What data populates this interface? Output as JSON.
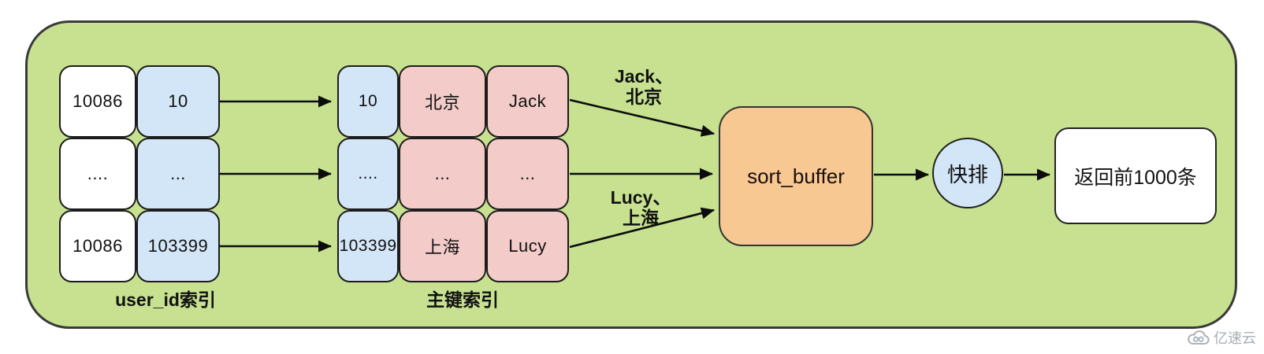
{
  "left_table": {
    "label": "user_id索引",
    "col_white": [
      "10086",
      "....",
      "10086"
    ],
    "col_blue": [
      "10",
      "...",
      "103399"
    ]
  },
  "right_table": {
    "label": "主键索引",
    "col_id": [
      "10",
      "....",
      "103399"
    ],
    "col_city": [
      "北京",
      "...",
      "上海"
    ],
    "col_name": [
      "Jack",
      "...",
      "Lucy"
    ]
  },
  "flow": {
    "note_top_line1": "Jack、",
    "note_top_line2": "北京",
    "note_bottom_line1": "Lucy、",
    "note_bottom_line2": "上海",
    "sort_buffer": "sort_buffer",
    "quick_sort": "快排",
    "result": "返回前1000条"
  },
  "watermark": "亿速云",
  "icons": {
    "watermark_logo": "cloud-logo-icon"
  },
  "colors": {
    "canvas_green": "#c7e190",
    "cell_blue": "#d3e6f8",
    "cell_pink": "#f3cbc9",
    "buffer_orange": "#f7c892",
    "cell_white": "#ffffff",
    "watermark_gray": "#a9aeb8"
  }
}
